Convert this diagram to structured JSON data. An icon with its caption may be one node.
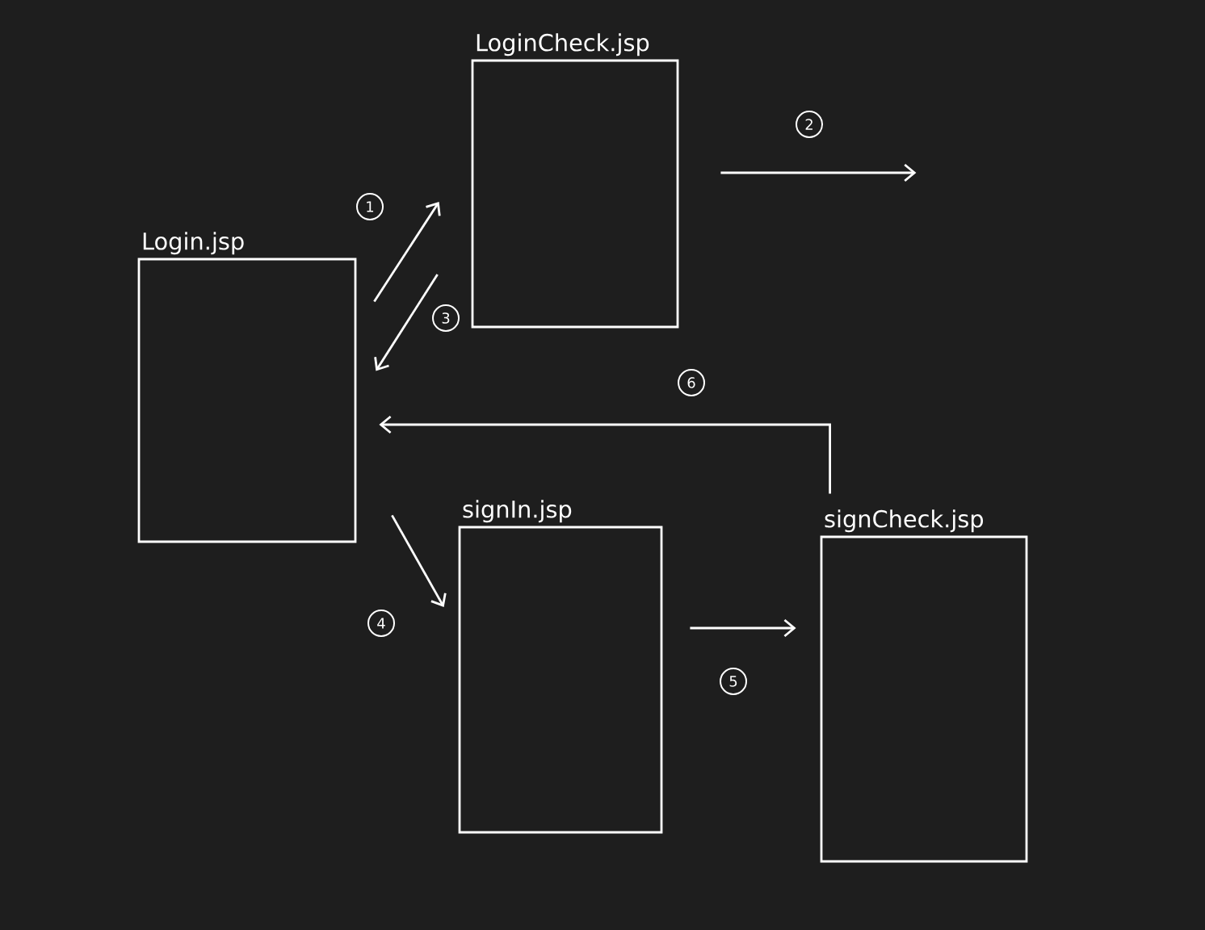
{
  "diagram": {
    "nodes": [
      {
        "text": [
          "Login.jsp"
        ]
      },
      {
        "text": [
          "LoginCheck.jsp"
        ]
      },
      {
        "text": [
          "signIn.jsp"
        ]
      },
      {
        "text": [
          "signCheck.jsp"
        ]
      }
    ],
    "edges": [
      {
        "from": 0,
        "to": 1,
        "arrow": "to",
        "label": "1"
      },
      {
        "from": 1,
        "to": null,
        "arrow": "to",
        "label": "2"
      },
      {
        "from": 1,
        "to": 0,
        "arrow": "to",
        "label": "3"
      },
      {
        "from": 0,
        "to": 2,
        "arrow": "to",
        "label": "4"
      },
      {
        "from": 2,
        "to": 3,
        "arrow": "to",
        "label": "5"
      },
      {
        "from": 3,
        "to": 0,
        "arrow": "to",
        "label": "6"
      }
    ]
  }
}
